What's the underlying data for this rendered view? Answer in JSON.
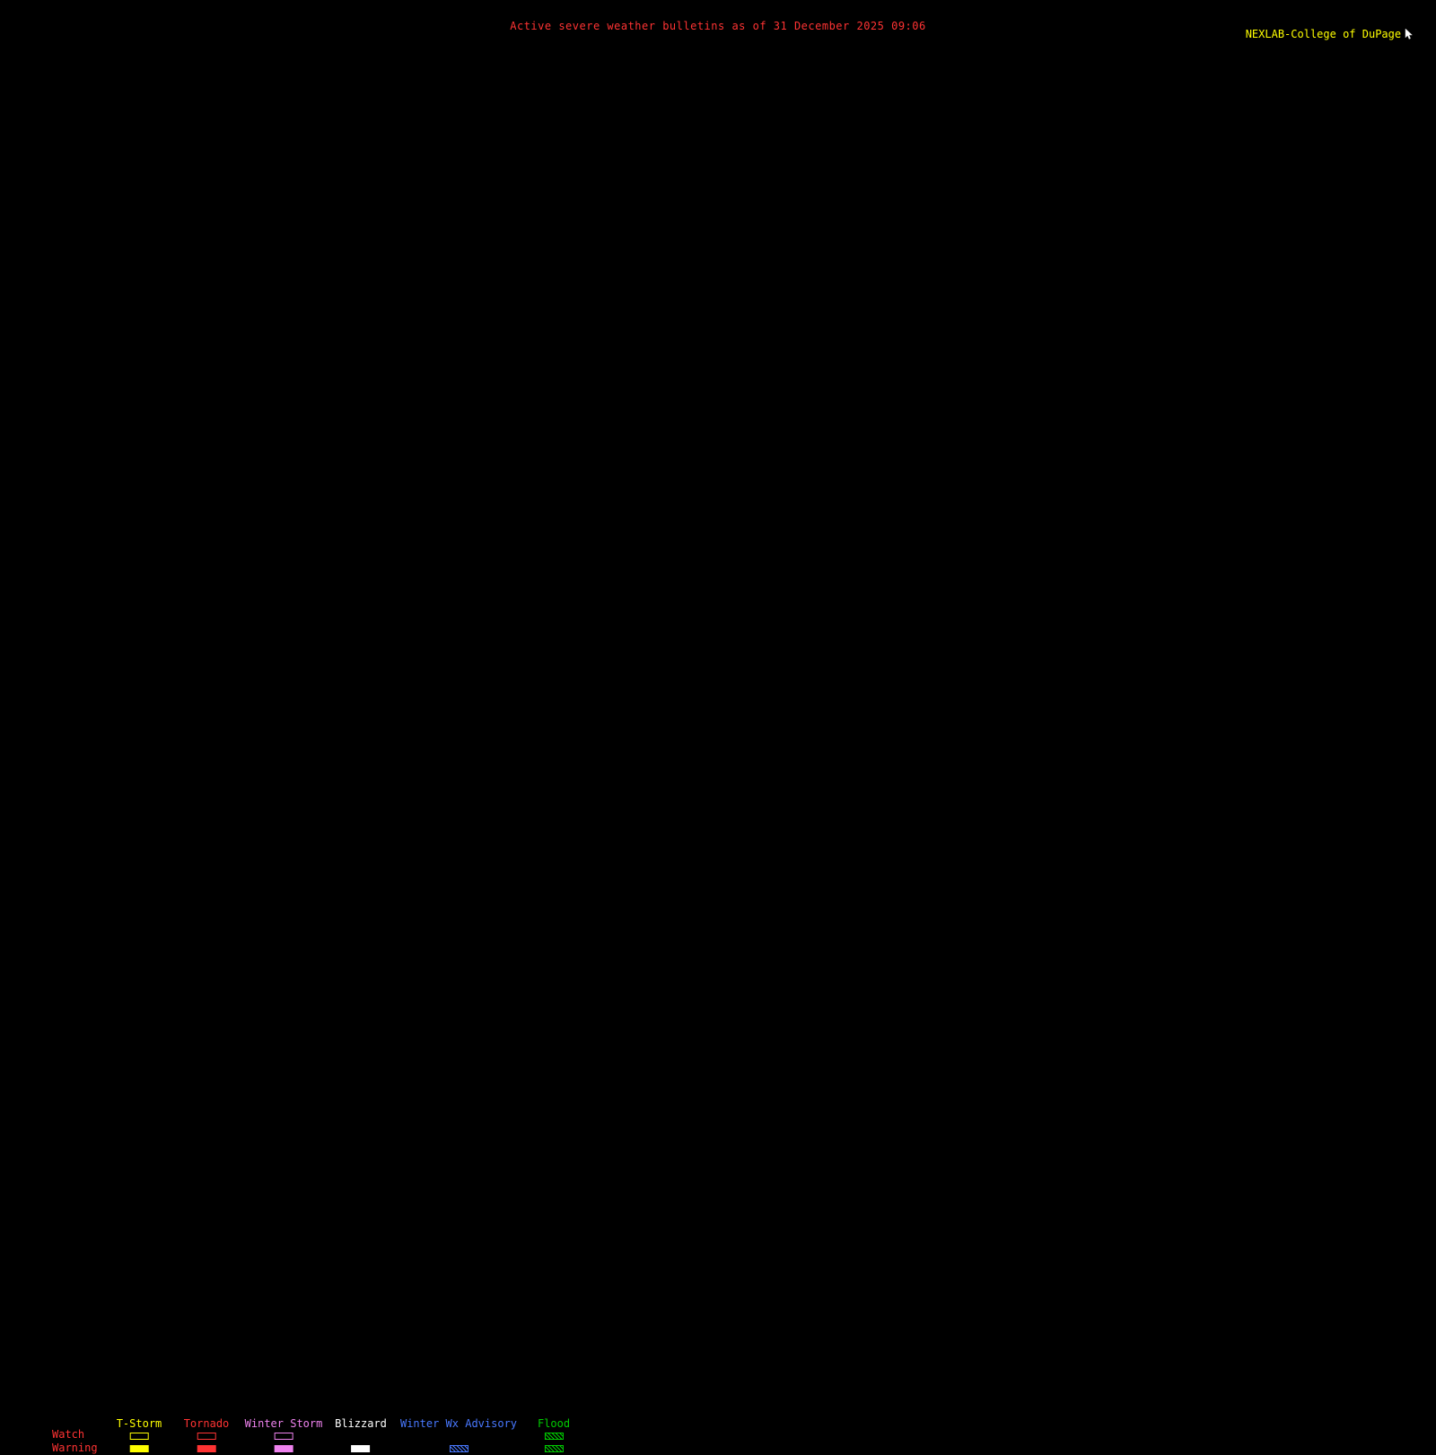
{
  "header": {
    "title": "Active severe weather bulletins as of 31 December 2025 09:06",
    "title_color": "#ff3333",
    "brand": "NEXLAB-College of DuPage",
    "brand_color": "#ffff00",
    "cursor_icon": "mouse-pointer",
    "cursor_icon_color": "#ffffff"
  },
  "legend": {
    "row_label_color": "#ff3333",
    "rows": [
      {
        "label": "Watch"
      },
      {
        "label": "Warning"
      }
    ],
    "columns": [
      {
        "label": "T-Storm",
        "color": "#ffff00",
        "watch_swatch": "outline",
        "warning_swatch": "filled"
      },
      {
        "label": "Tornado",
        "color": "#ff3333",
        "watch_swatch": "outline",
        "warning_swatch": "filled"
      },
      {
        "label": "Winter Storm",
        "color": "#ee82ee",
        "watch_swatch": "outline",
        "warning_swatch": "filled"
      },
      {
        "label": "Blizzard",
        "color": "#ffffff",
        "watch_swatch": "none",
        "warning_swatch": "filled"
      },
      {
        "label": "Winter Wx Advisory",
        "color": "#4878ff",
        "watch_swatch": "none",
        "warning_swatch": "hatched"
      },
      {
        "label": "Flood",
        "color": "#00cc00",
        "watch_swatch": "hatched",
        "warning_swatch": "hatched"
      }
    ]
  }
}
